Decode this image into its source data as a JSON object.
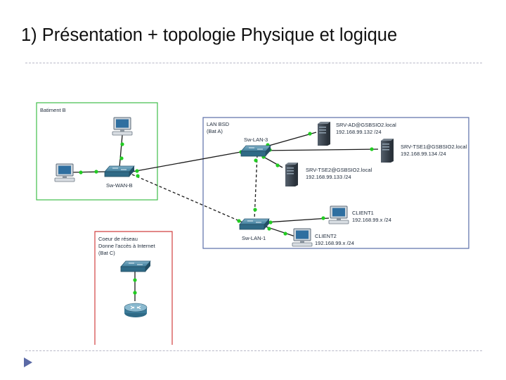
{
  "slide": {
    "title": "1) Présentation + topologie Physique et logique"
  },
  "zones": {
    "batiment_b": {
      "label": "Batiment B",
      "color": "#3fbf4a"
    },
    "lan_bsd": {
      "label_line1": "LAN BSD",
      "label_line2": "(Bat A)",
      "color": "#5a6ea8"
    },
    "coeur": {
      "label_line1": "Coeur de réseau",
      "label_line2": "Donne l'accès à Internet",
      "label_line3": "(Bat C)",
      "color": "#d14040"
    }
  },
  "devices": {
    "sw_wan_b": "Sw-WAN-B",
    "sw_lan_3": "Sw-LAN-3",
    "sw_lan_1": "Sw-LAN-1",
    "srv_ad_line1": "SRV-AD@GSBSIO2.local",
    "srv_ad_line2": "192.168.99.132 /24",
    "srv_tse1_line1": "SRV-TSE1@GSBSIO2.local",
    "srv_tse1_line2": "192.168.99.134 /24",
    "srv_tse2_line1": "SRV-TSE2@GSBSIO2.local",
    "srv_tse2_line2": "192.168.99.133 /24",
    "client1_line1": "CLIENT1",
    "client1_line2": "192.168.99.x /24",
    "client2_line1": "CLIENT2",
    "client2_line2": "192.168.99.x /24"
  },
  "colors": {
    "link_up": "#22cc22",
    "cable": "#1a1a1a",
    "device_blue": "#2a6f8f",
    "server_dark": "#3b4652"
  }
}
